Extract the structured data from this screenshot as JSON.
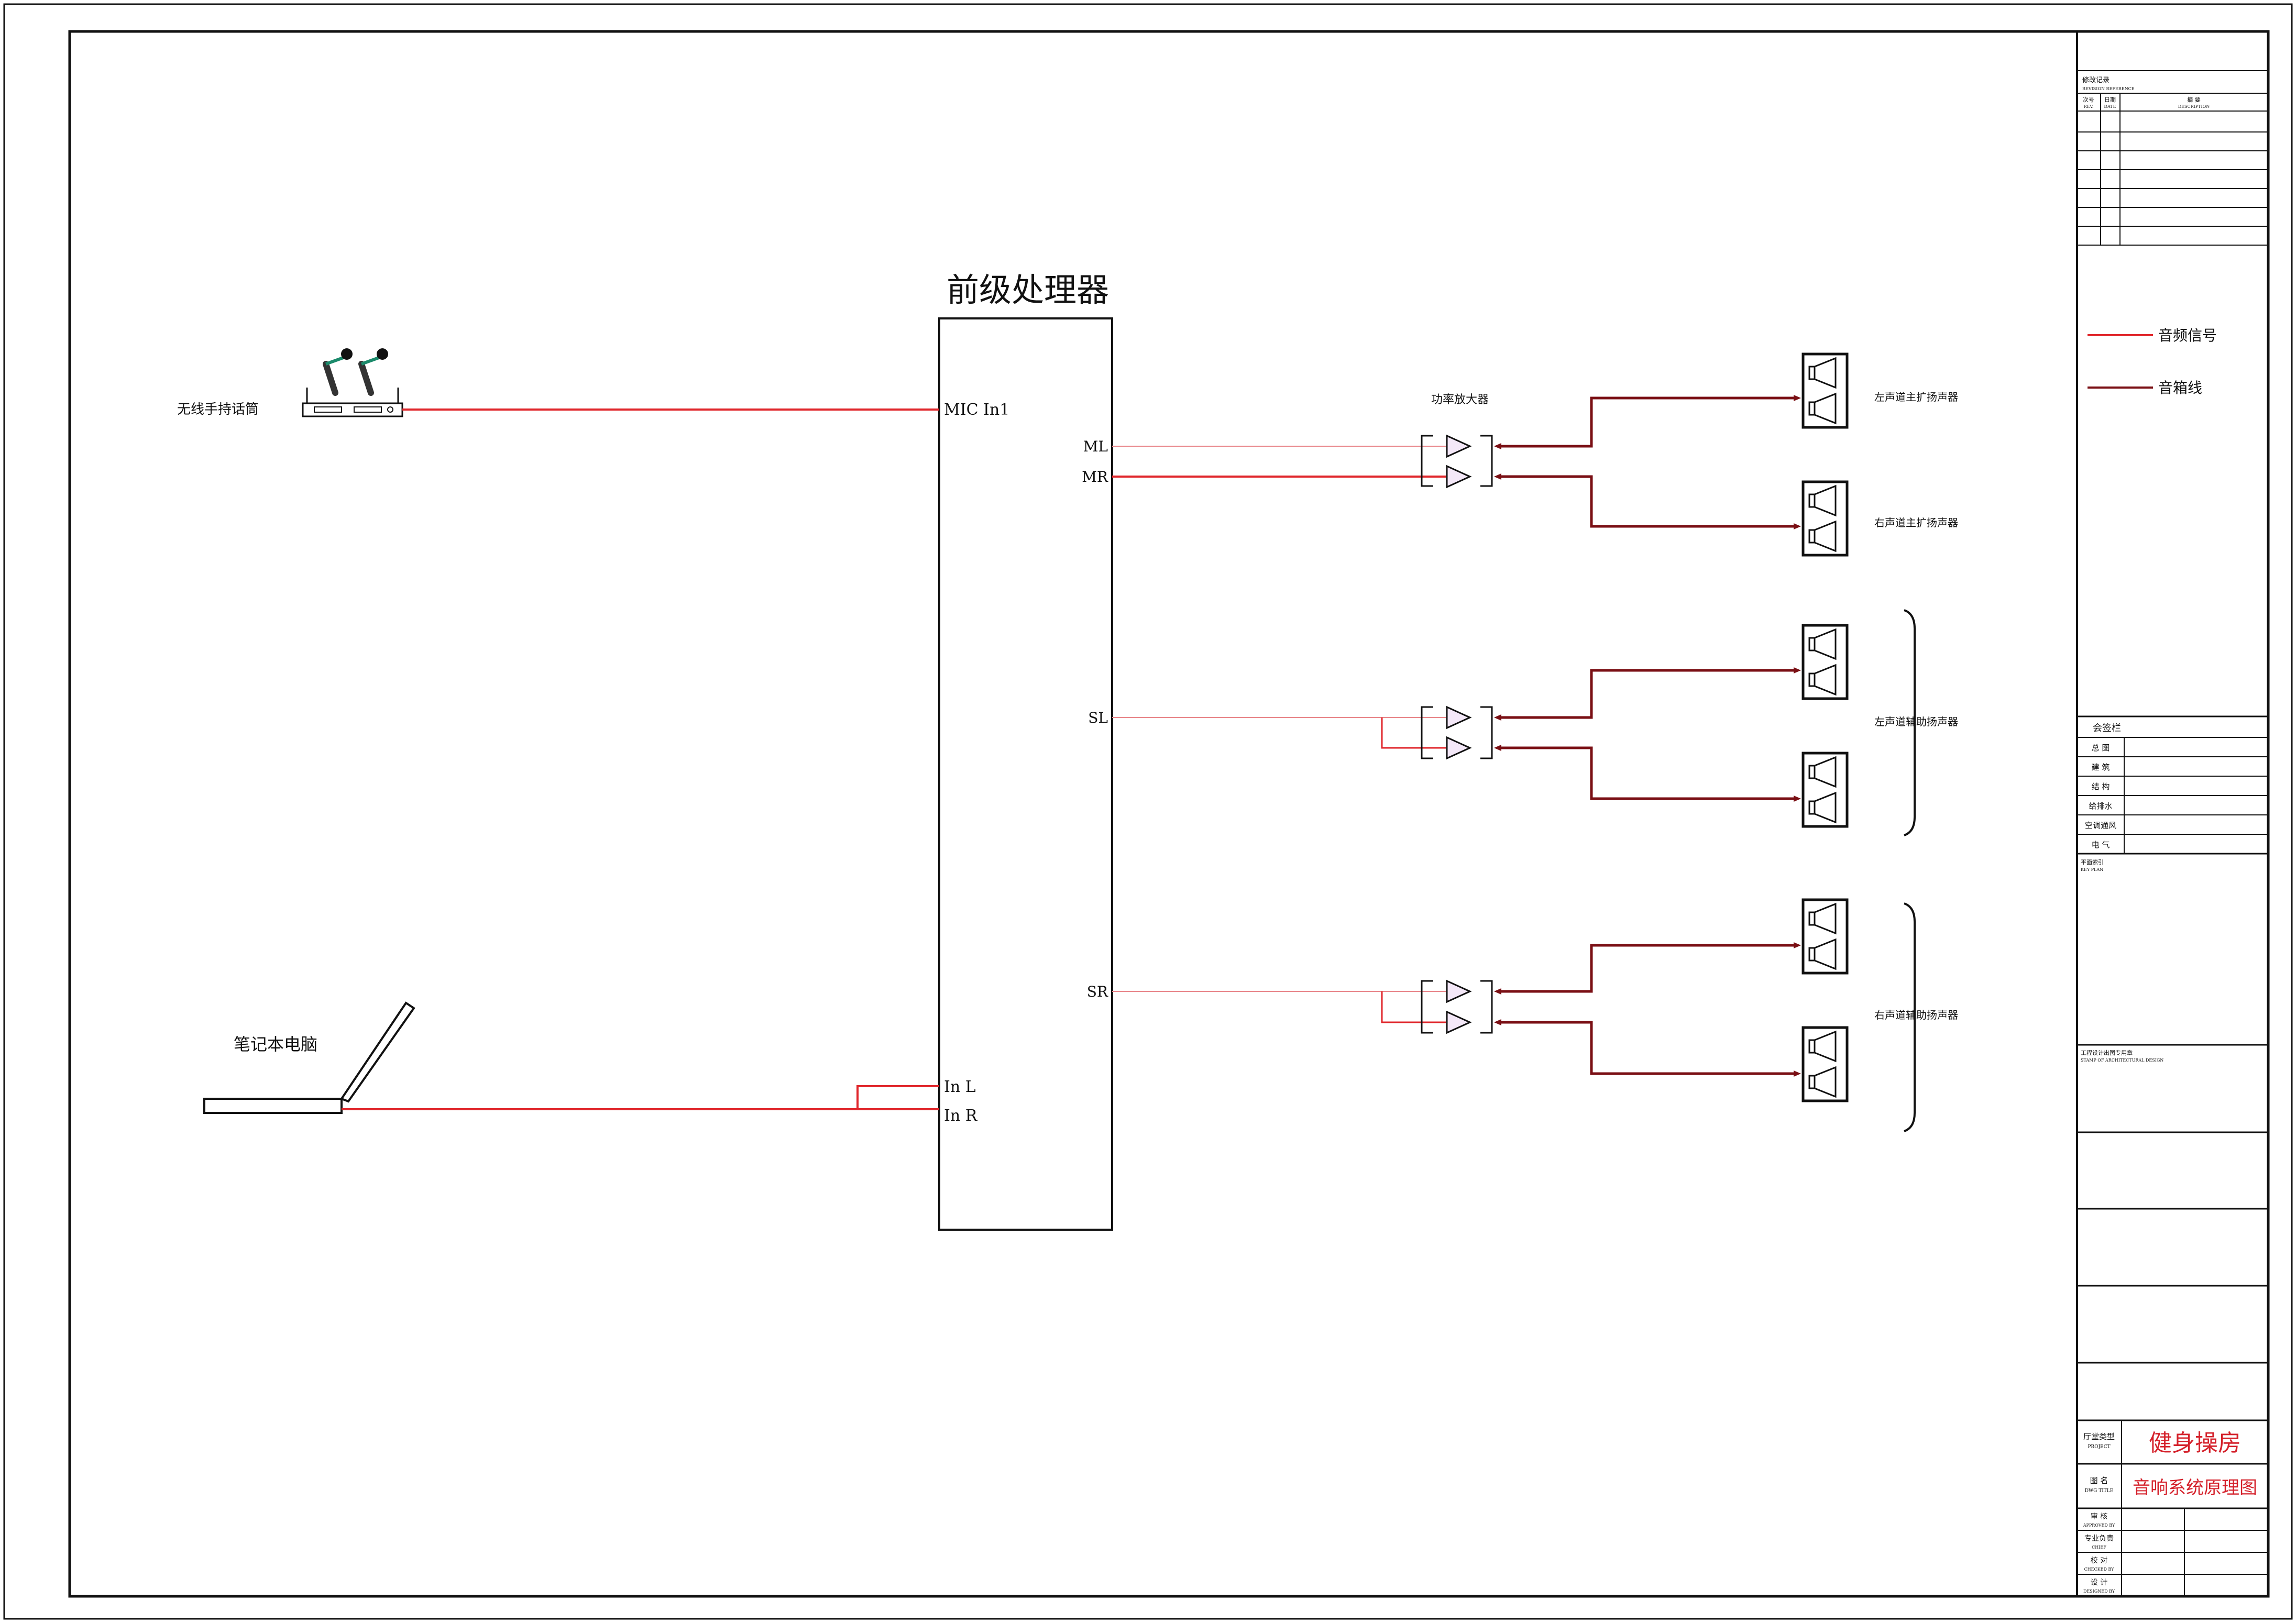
{
  "colors": {
    "frame": "#111111",
    "audio_signal": "#e0262b",
    "speaker_line": "#7a0f14",
    "amp_fill": "#f4e8f8"
  },
  "processor": {
    "title": "前级处理器",
    "ports": {
      "mic_in": "MIC In1",
      "ml": "ML",
      "mr": "MR",
      "sl": "SL",
      "sr": "SR",
      "in_l": "In L",
      "in_r": "In R"
    }
  },
  "devices": {
    "wireless_mic": "无线手持话筒",
    "laptop": "笔记本电脑",
    "amplifier": "功率放大器"
  },
  "speakers": {
    "left_main": "左声道主扩扬声器",
    "right_main": "右声道主扩扬声器",
    "left_aux": "左声道辅助扬声器",
    "right_aux": "右声道辅助扬声器"
  },
  "legend": {
    "audio_signal": "音频信号",
    "speaker_line": "音箱线"
  },
  "title_block": {
    "revision_title": "修改记录",
    "revision_title_en": "REVISION REFERENCE",
    "rev_col_no": "次号",
    "rev_col_no_en": "REV.",
    "rev_col_date": "日期",
    "rev_col_date_en": "DATE",
    "rev_col_desc": "摘 要",
    "rev_col_desc_en": "DESCRIPTION",
    "countersign_title": "会签栏",
    "countersign_rows": [
      "总 图",
      "建 筑",
      "结 构",
      "给排水",
      "空调通风",
      "电 气"
    ],
    "key_plan": "平面索引",
    "key_plan_en": "KEY PLAN",
    "stamp": "工程设计出图专用章",
    "stamp_en": "STAMP OF ARCHITECTURAL DESIGN",
    "project_label": "厅堂类型",
    "project_label_en": "PROJECT",
    "project_name": "健身操房",
    "drawing_label": "图 名",
    "drawing_label_en": "DWG TITLE",
    "drawing_title": "音响系统原理图",
    "approved": "审 核",
    "approved_en": "APPROVED BY",
    "chief": "专业负责",
    "chief_en": "CHIEF",
    "checked": "校 对",
    "checked_en": "CHECKED BY",
    "designed": "设 计",
    "designed_en": "DESIGNED BY"
  }
}
